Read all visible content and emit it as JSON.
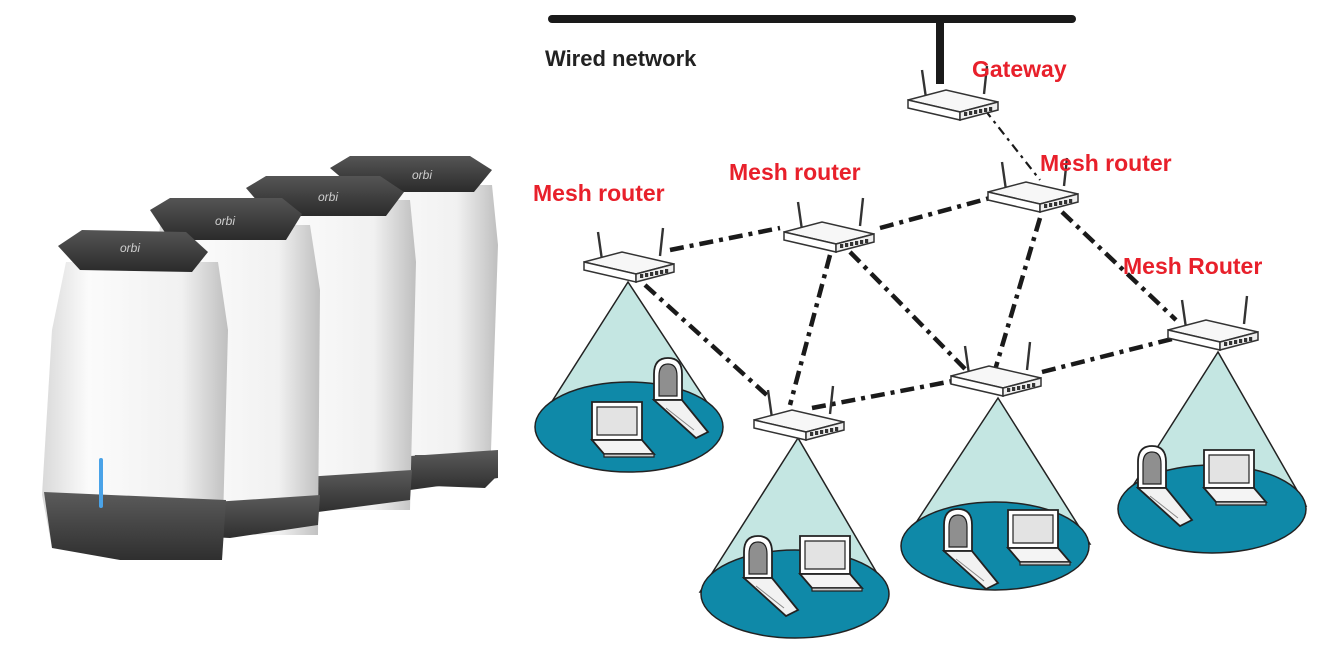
{
  "diagram": {
    "wired_network_label": "Wired network",
    "nodes": {
      "gateway": "Gateway",
      "mesh_router_left": "Mesh router",
      "mesh_router_center": "Mesh router",
      "mesh_router_top_right": "Mesh router",
      "mesh_router_right": "Mesh Router"
    },
    "product_brand": "orbi"
  },
  "colors": {
    "label_red": "#e8202b",
    "line_dark": "#1a1a1a",
    "coverage_fill": "#c4e6e2",
    "coverage_ellipse": "#0f89a8",
    "device_body": "#f4f4f4",
    "device_top": "#3a3a3a",
    "device_base": "#4a4a4a"
  }
}
